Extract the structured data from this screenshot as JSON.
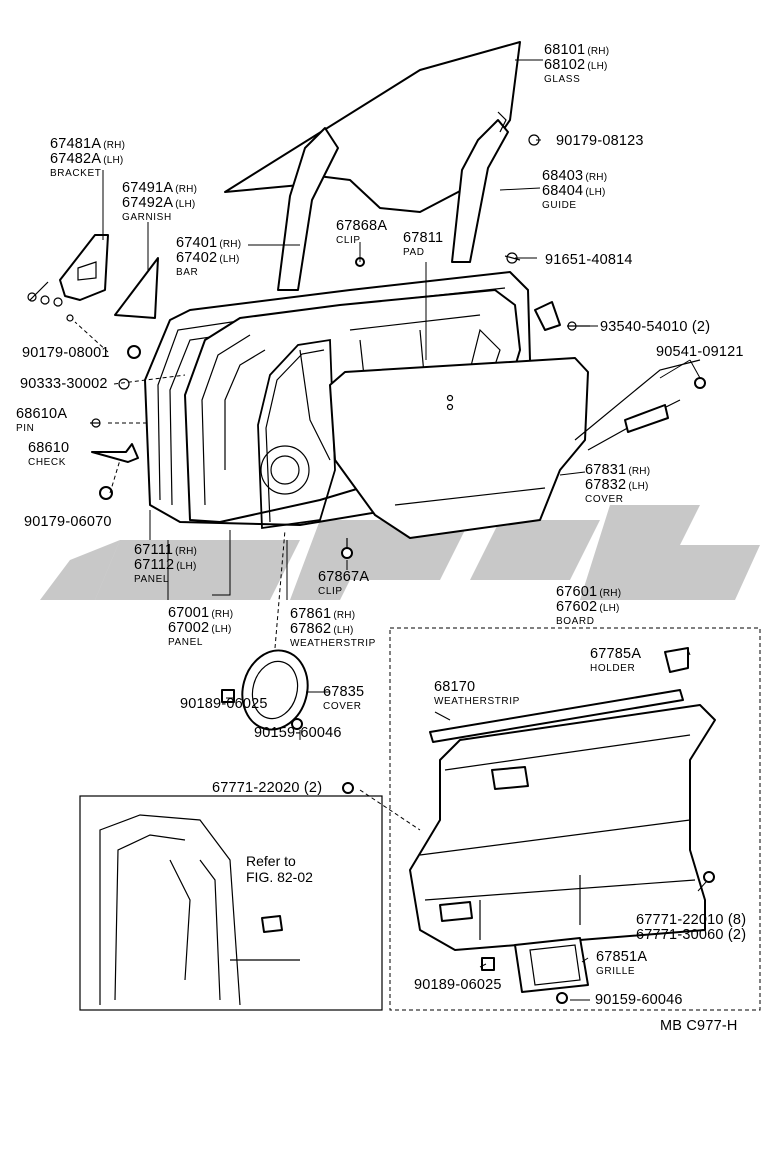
{
  "diagram": {
    "code": "MB  C977-H",
    "note": "Refer to\nFIG. 82-02",
    "parts": [
      {
        "id": "glass",
        "nums": [
          "68101",
          "68102"
        ],
        "sfx": [
          "(RH)",
          "(LH)"
        ],
        "name": "GLASS"
      },
      {
        "id": "b1",
        "nums": [
          "90179-08123"
        ],
        "sfx": [],
        "name": ""
      },
      {
        "id": "bracket",
        "nums": [
          "67481A",
          "67482A"
        ],
        "sfx": [
          "(RH)",
          "(LH)"
        ],
        "name": "BRACKET"
      },
      {
        "id": "garnish",
        "nums": [
          "67491A",
          "67492A"
        ],
        "sfx": [
          "(RH)",
          "(LH)"
        ],
        "name": "GARNISH"
      },
      {
        "id": "guide",
        "nums": [
          "68403",
          "68404"
        ],
        "sfx": [
          "(RH)",
          "(LH)"
        ],
        "name": "GUIDE"
      },
      {
        "id": "bar",
        "nums": [
          "67401",
          "67402"
        ],
        "sfx": [
          "(RH)",
          "(LH)"
        ],
        "name": "BAR"
      },
      {
        "id": "clip1",
        "nums": [
          "67868A"
        ],
        "sfx": [],
        "name": "CLIP"
      },
      {
        "id": "pad",
        "nums": [
          "67811"
        ],
        "sfx": [],
        "name": "PAD"
      },
      {
        "id": "b2",
        "nums": [
          "91651-40814"
        ],
        "sfx": [],
        "name": ""
      },
      {
        "id": "b3",
        "nums": [
          "93540-54010 (2)"
        ],
        "sfx": [],
        "name": ""
      },
      {
        "id": "b4",
        "nums": [
          "90179-08001"
        ],
        "sfx": [],
        "name": ""
      },
      {
        "id": "b5",
        "nums": [
          "90541-09121"
        ],
        "sfx": [],
        "name": ""
      },
      {
        "id": "b6",
        "nums": [
          "90333-30002"
        ],
        "sfx": [],
        "name": ""
      },
      {
        "id": "pin",
        "nums": [
          "68610A"
        ],
        "sfx": [],
        "name": "PIN"
      },
      {
        "id": "check",
        "nums": [
          "68610"
        ],
        "sfx": [],
        "name": "CHECK"
      },
      {
        "id": "cover1",
        "nums": [
          "67831",
          "67832"
        ],
        "sfx": [
          "(RH)",
          "(LH)"
        ],
        "name": "COVER"
      },
      {
        "id": "b7",
        "nums": [
          "90179-06070"
        ],
        "sfx": [],
        "name": ""
      },
      {
        "id": "panel1",
        "nums": [
          "67111",
          "67112"
        ],
        "sfx": [
          "(RH)",
          "(LH)"
        ],
        "name": "PANEL"
      },
      {
        "id": "clip2",
        "nums": [
          "67867A"
        ],
        "sfx": [],
        "name": "CLIP"
      },
      {
        "id": "panel2",
        "nums": [
          "67001",
          "67002"
        ],
        "sfx": [
          "(RH)",
          "(LH)"
        ],
        "name": "PANEL"
      },
      {
        "id": "wstrip1",
        "nums": [
          "67861",
          "67862"
        ],
        "sfx": [
          "(RH)",
          "(LH)"
        ],
        "name": "WEATHERSTRIP"
      },
      {
        "id": "board",
        "nums": [
          "67601",
          "67602"
        ],
        "sfx": [
          "(RH)",
          "(LH)"
        ],
        "name": "BOARD"
      },
      {
        "id": "holder",
        "nums": [
          "67785A"
        ],
        "sfx": [],
        "name": "HOLDER"
      },
      {
        "id": "wstrip2",
        "nums": [
          "68170"
        ],
        "sfx": [],
        "name": "WEATHERSTRIP"
      },
      {
        "id": "cover2",
        "nums": [
          "67835"
        ],
        "sfx": [],
        "name": "COVER"
      },
      {
        "id": "b8",
        "nums": [
          "90189-06025"
        ],
        "sfx": [],
        "name": ""
      },
      {
        "id": "b9",
        "nums": [
          "90159-60046"
        ],
        "sfx": [],
        "name": ""
      },
      {
        "id": "b10",
        "nums": [
          "67771-22020 (2)"
        ],
        "sfx": [],
        "name": ""
      },
      {
        "id": "b11",
        "nums": [
          "67771-22010 (8)",
          "67771-30060 (2)"
        ],
        "sfx": [],
        "name": ""
      },
      {
        "id": "grille",
        "nums": [
          "67851A"
        ],
        "sfx": [],
        "name": "GRILLE"
      },
      {
        "id": "b12",
        "nums": [
          "90189-06025"
        ],
        "sfx": [],
        "name": ""
      },
      {
        "id": "b13",
        "nums": [
          "90159-60046"
        ],
        "sfx": [],
        "name": ""
      }
    ]
  }
}
